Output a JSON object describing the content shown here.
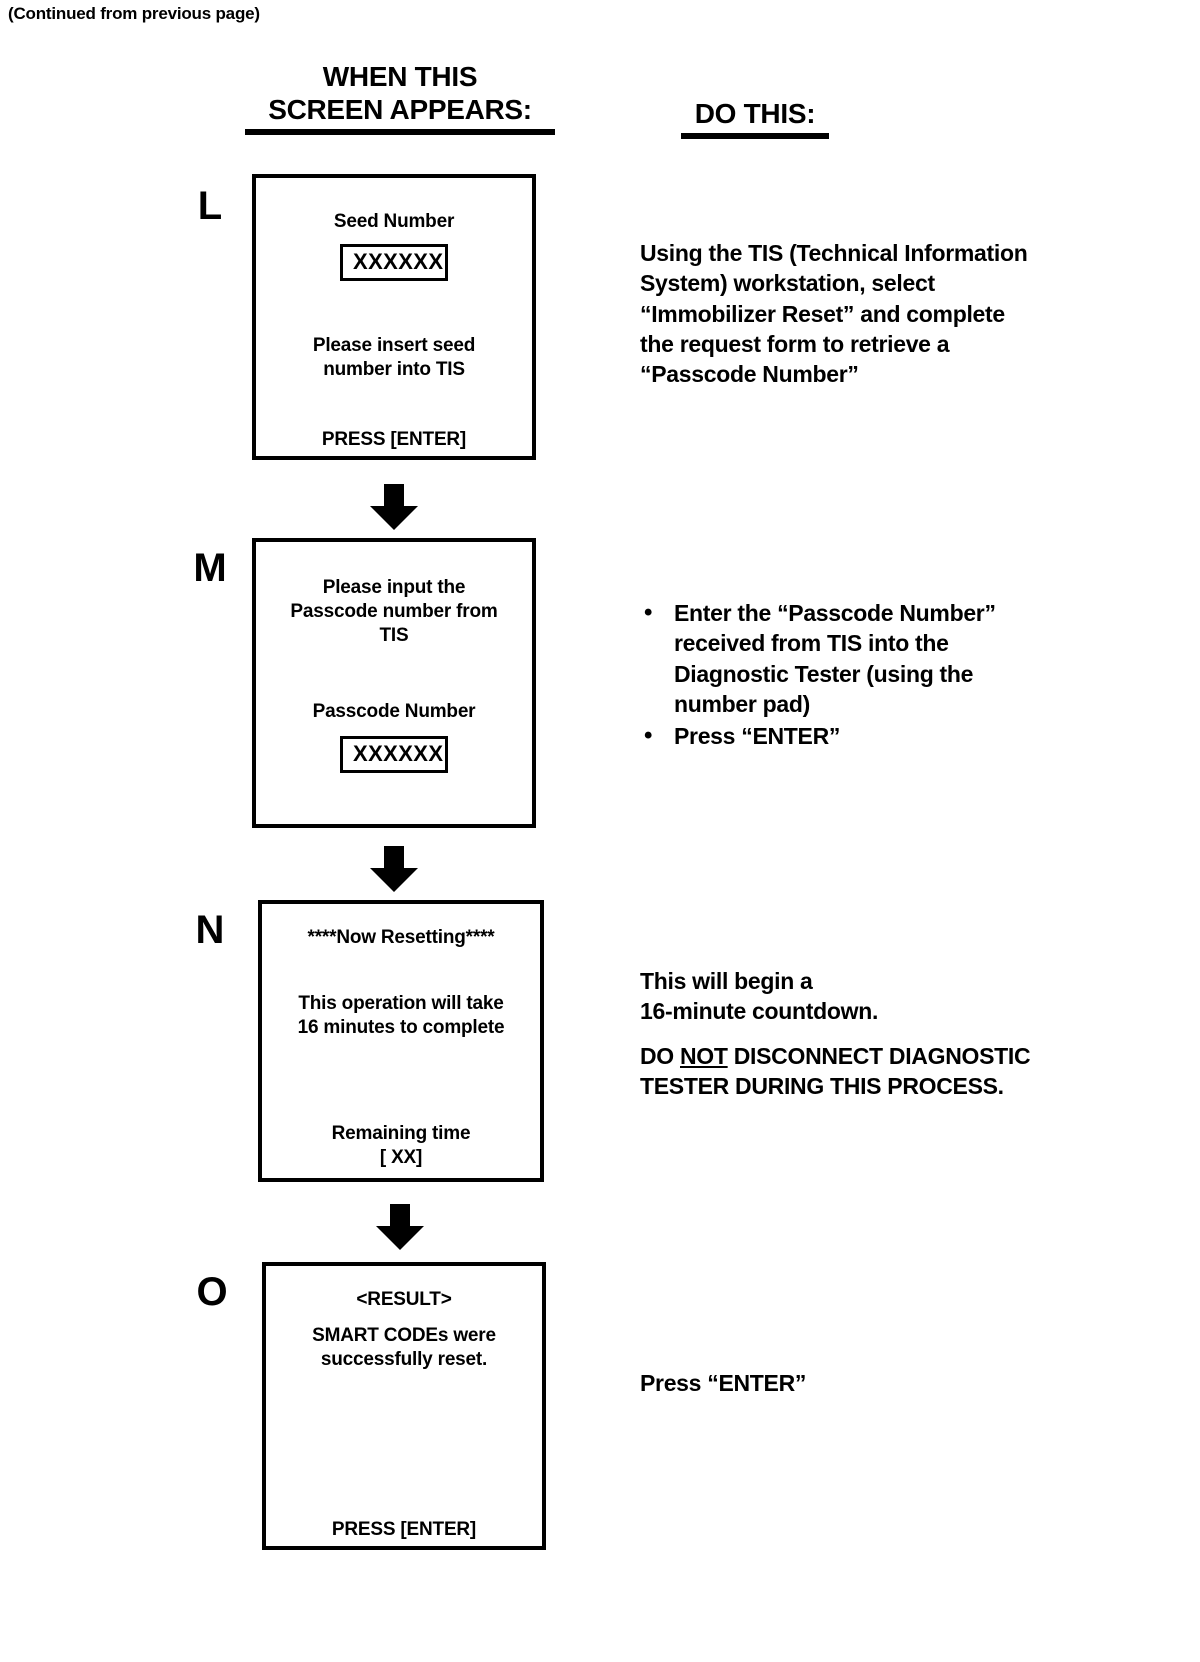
{
  "page": {
    "continued_note": "(Continued from previous page)"
  },
  "headers": {
    "left_line1": "WHEN THIS",
    "left_line2": "SCREEN APPEARS:",
    "right": "DO THIS:"
  },
  "steps": [
    {
      "letter": "L",
      "screen": {
        "title": "Seed Number",
        "field_value": "XXXXXX",
        "message_line1": "Please insert seed",
        "message_line2": "number into TIS",
        "footer": "PRESS [ENTER]"
      },
      "instruction": {
        "type": "paragraph",
        "lines": [
          "Using the TIS (Technical Information",
          "System) workstation, select",
          "“Immobilizer Reset” and complete",
          "the request form to retrieve a",
          "“Passcode Number”"
        ]
      }
    },
    {
      "letter": "M",
      "screen": {
        "prompt_line1": "Please input the",
        "prompt_line2": "Passcode number from",
        "prompt_line3": "TIS",
        "field_label": "Passcode Number",
        "field_value": "XXXXXX"
      },
      "instruction": {
        "type": "bullets",
        "items": [
          [
            "Enter the “Passcode Number”",
            "received from TIS into the",
            "Diagnostic Tester (using the",
            "number pad)"
          ],
          [
            "Press “ENTER”"
          ]
        ]
      }
    },
    {
      "letter": "N",
      "screen": {
        "status": "****Now Resetting****",
        "message_line1": "This operation will take",
        "message_line2": "16 minutes to complete",
        "remaining_label": "Remaining time",
        "remaining_value": "[ XX]"
      },
      "instruction": {
        "type": "paragraph-warning",
        "lines": [
          "This will begin a",
          "16-minute countdown."
        ],
        "warning_pre": "DO ",
        "warning_underlined": "NOT",
        "warning_post": " DISCONNECT DIAGNOSTIC",
        "warning_line2": "TESTER DURING THIS PROCESS."
      }
    },
    {
      "letter": "O",
      "screen": {
        "title": "<RESULT>",
        "message_line1": "SMART CODEs were",
        "message_line2": "successfully reset.",
        "footer": "PRESS [ENTER]"
      },
      "instruction": {
        "type": "paragraph",
        "lines": [
          "Press “ENTER”"
        ]
      }
    }
  ],
  "icons": {
    "flow_arrow": "arrow-down-icon"
  },
  "colors": {
    "ink": "#000000",
    "paper": "#ffffff"
  }
}
